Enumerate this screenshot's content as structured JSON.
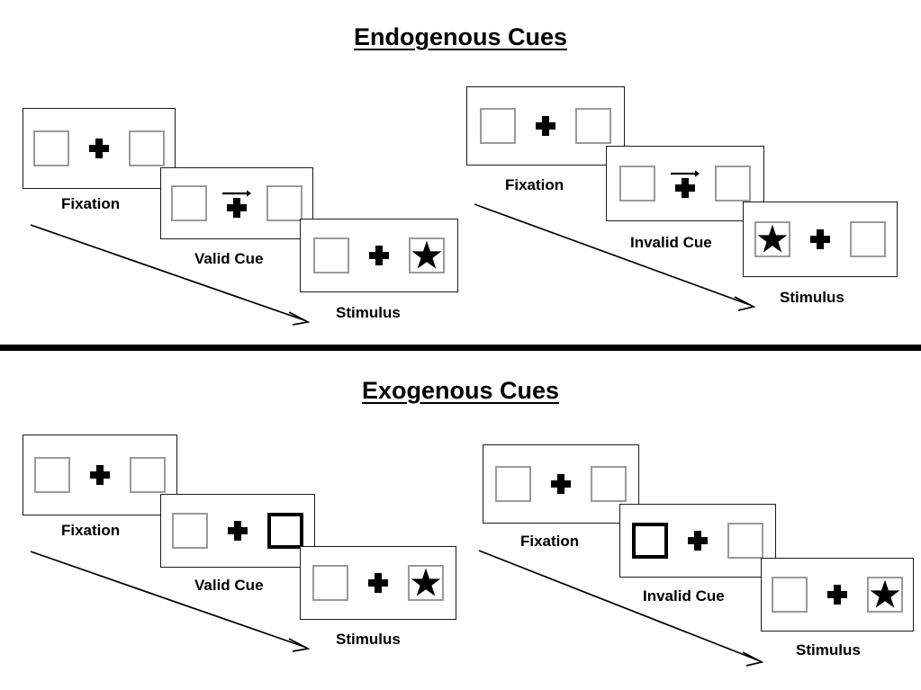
{
  "figure": {
    "sections": [
      {
        "id": "endogenous",
        "title": "Endogenous Cues",
        "cue_type": "arrow",
        "columns": [
          {
            "id": "endogenous-valid",
            "frames": [
              {
                "label": "Fixation",
                "cue": "none",
                "star": "none",
                "left_box": "plain",
                "right_box": "plain"
              },
              {
                "label": "Valid Cue",
                "cue": "arrow-right",
                "star": "none",
                "left_box": "plain",
                "right_box": "plain"
              },
              {
                "label": "Stimulus",
                "cue": "none",
                "star": "right",
                "left_box": "plain",
                "right_box": "plain"
              }
            ]
          },
          {
            "id": "endogenous-invalid",
            "frames": [
              {
                "label": "Fixation",
                "cue": "none",
                "star": "none",
                "left_box": "plain",
                "right_box": "plain"
              },
              {
                "label": "Invalid Cue",
                "cue": "arrow-right",
                "star": "none",
                "left_box": "plain",
                "right_box": "plain"
              },
              {
                "label": "Stimulus",
                "cue": "none",
                "star": "left",
                "left_box": "plain",
                "right_box": "plain"
              }
            ]
          }
        ]
      },
      {
        "id": "exogenous",
        "title": "Exogenous Cues",
        "cue_type": "box-highlight",
        "columns": [
          {
            "id": "exogenous-valid",
            "frames": [
              {
                "label": "Fixation",
                "cue": "none",
                "star": "none",
                "left_box": "plain",
                "right_box": "plain"
              },
              {
                "label": "Valid Cue",
                "cue": "box-right",
                "star": "none",
                "left_box": "plain",
                "right_box": "cued"
              },
              {
                "label": "Stimulus",
                "cue": "none",
                "star": "right",
                "left_box": "plain",
                "right_box": "plain"
              }
            ]
          },
          {
            "id": "exogenous-invalid",
            "frames": [
              {
                "label": "Fixation",
                "cue": "none",
                "star": "none",
                "left_box": "plain",
                "right_box": "plain"
              },
              {
                "label": "Invalid Cue",
                "cue": "box-left",
                "star": "none",
                "left_box": "cued",
                "right_box": "plain"
              },
              {
                "label": "Stimulus",
                "cue": "none",
                "star": "right",
                "left_box": "plain",
                "right_box": "plain"
              }
            ]
          }
        ]
      }
    ],
    "colors": {
      "panel_border": "#1a1a1a",
      "box_border": "#9a9a9a",
      "cued_box_border": "#000000",
      "ink": "#000000",
      "background": "#ffffff"
    }
  }
}
